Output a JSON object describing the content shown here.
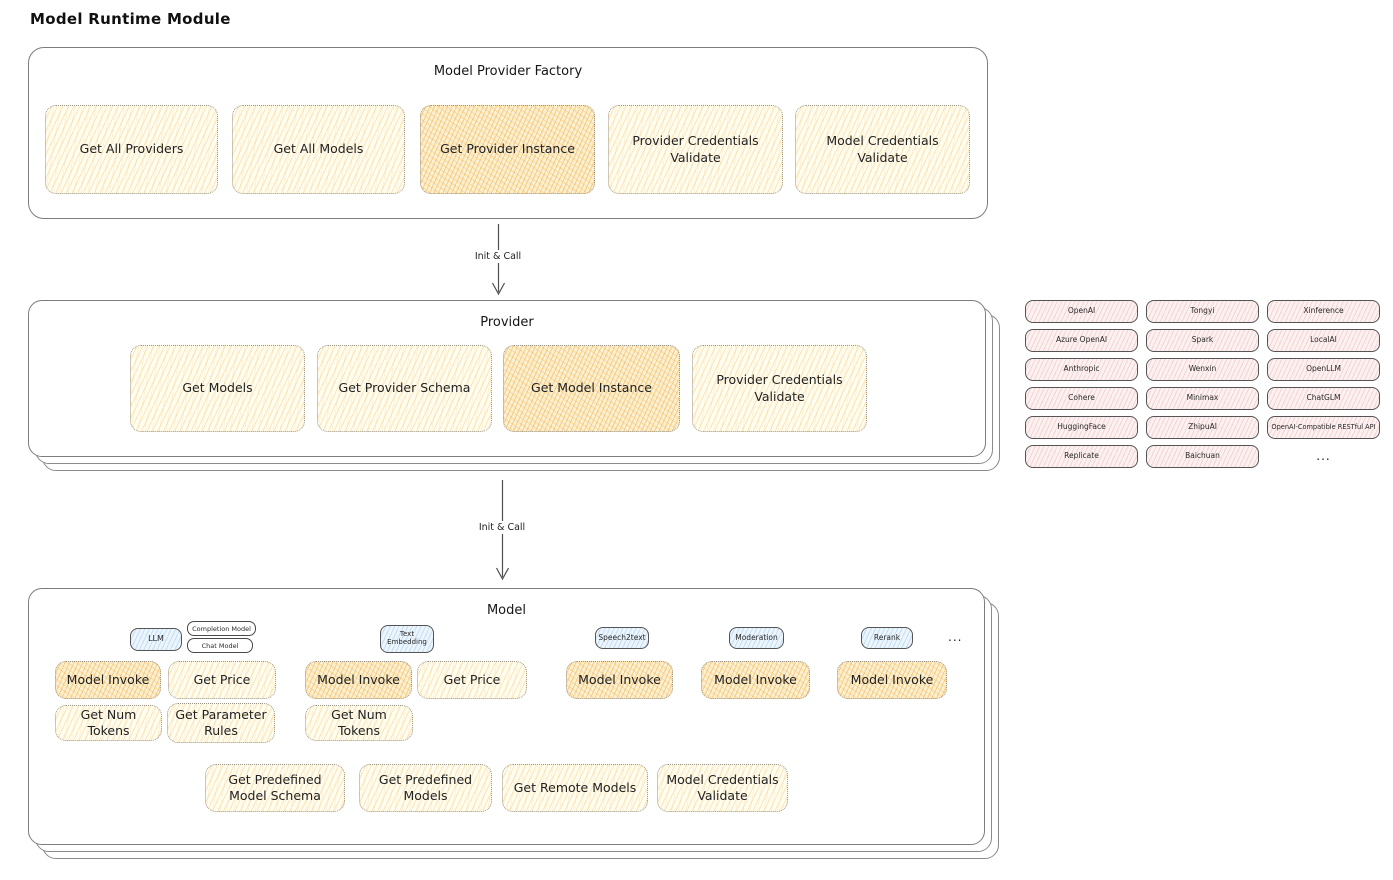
{
  "page": {
    "title": "Model Runtime Module"
  },
  "colors": {
    "operation_fill": "#f6c878",
    "highlight_fill": "#f0a530",
    "provider_chip_fill": "#e48f8f",
    "model_type_chip_fill": "#7ab0e2"
  },
  "factory": {
    "title": "Model Provider Factory",
    "boxes": [
      {
        "label": "Get All Providers",
        "highlighted": false
      },
      {
        "label": "Get All Models",
        "highlighted": false
      },
      {
        "label": "Get Provider Instance",
        "highlighted": true
      },
      {
        "label": "Provider Credentials Validate",
        "highlighted": false
      },
      {
        "label": "Model Credentials Validate",
        "highlighted": false
      }
    ]
  },
  "arrows": {
    "top": "Init & Call",
    "bottom": "Init & Call"
  },
  "provider": {
    "title": "Provider",
    "boxes": [
      {
        "label": "Get Models",
        "highlighted": false
      },
      {
        "label": "Get Provider Schema",
        "highlighted": false
      },
      {
        "label": "Get Model Instance",
        "highlighted": true
      },
      {
        "label": "Provider Credentials Validate",
        "highlighted": false
      }
    ]
  },
  "providers_list": {
    "col1": [
      "OpenAI",
      "Azure OpenAI",
      "Anthropic",
      "Cohere",
      "HuggingFace",
      "Replicate"
    ],
    "col2": [
      "Tongyi",
      "Spark",
      "Wenxin",
      "Minimax",
      "ZhipuAI",
      "Baichuan"
    ],
    "col3": [
      "Xinference",
      "LocalAI",
      "OpenLLM",
      "ChatGLM",
      "OpenAI-Compatible RESTful API"
    ],
    "more": "..."
  },
  "model": {
    "title": "Model",
    "types": {
      "llm": "LLM",
      "completion": "Completion Model",
      "chat": "Chat Model",
      "text_embedding": "Text Embedding",
      "speech2text": "Speech2text",
      "moderation": "Moderation",
      "rerank": "Rerank",
      "more": "..."
    },
    "llm": {
      "invoke": "Model Invoke",
      "price": "Get Price",
      "num_tokens": "Get Num Tokens",
      "param_rules": "Get Parameter Rules"
    },
    "text_embedding": {
      "invoke": "Model Invoke",
      "price": "Get Price",
      "num_tokens": "Get Num Tokens"
    },
    "speech2text": {
      "invoke": "Model Invoke"
    },
    "moderation": {
      "invoke": "Model Invoke"
    },
    "rerank": {
      "invoke": "Model Invoke"
    },
    "common": [
      "Get Predefined Model Schema",
      "Get Predefined Models",
      "Get Remote Models",
      "Model Credentials Validate"
    ]
  }
}
